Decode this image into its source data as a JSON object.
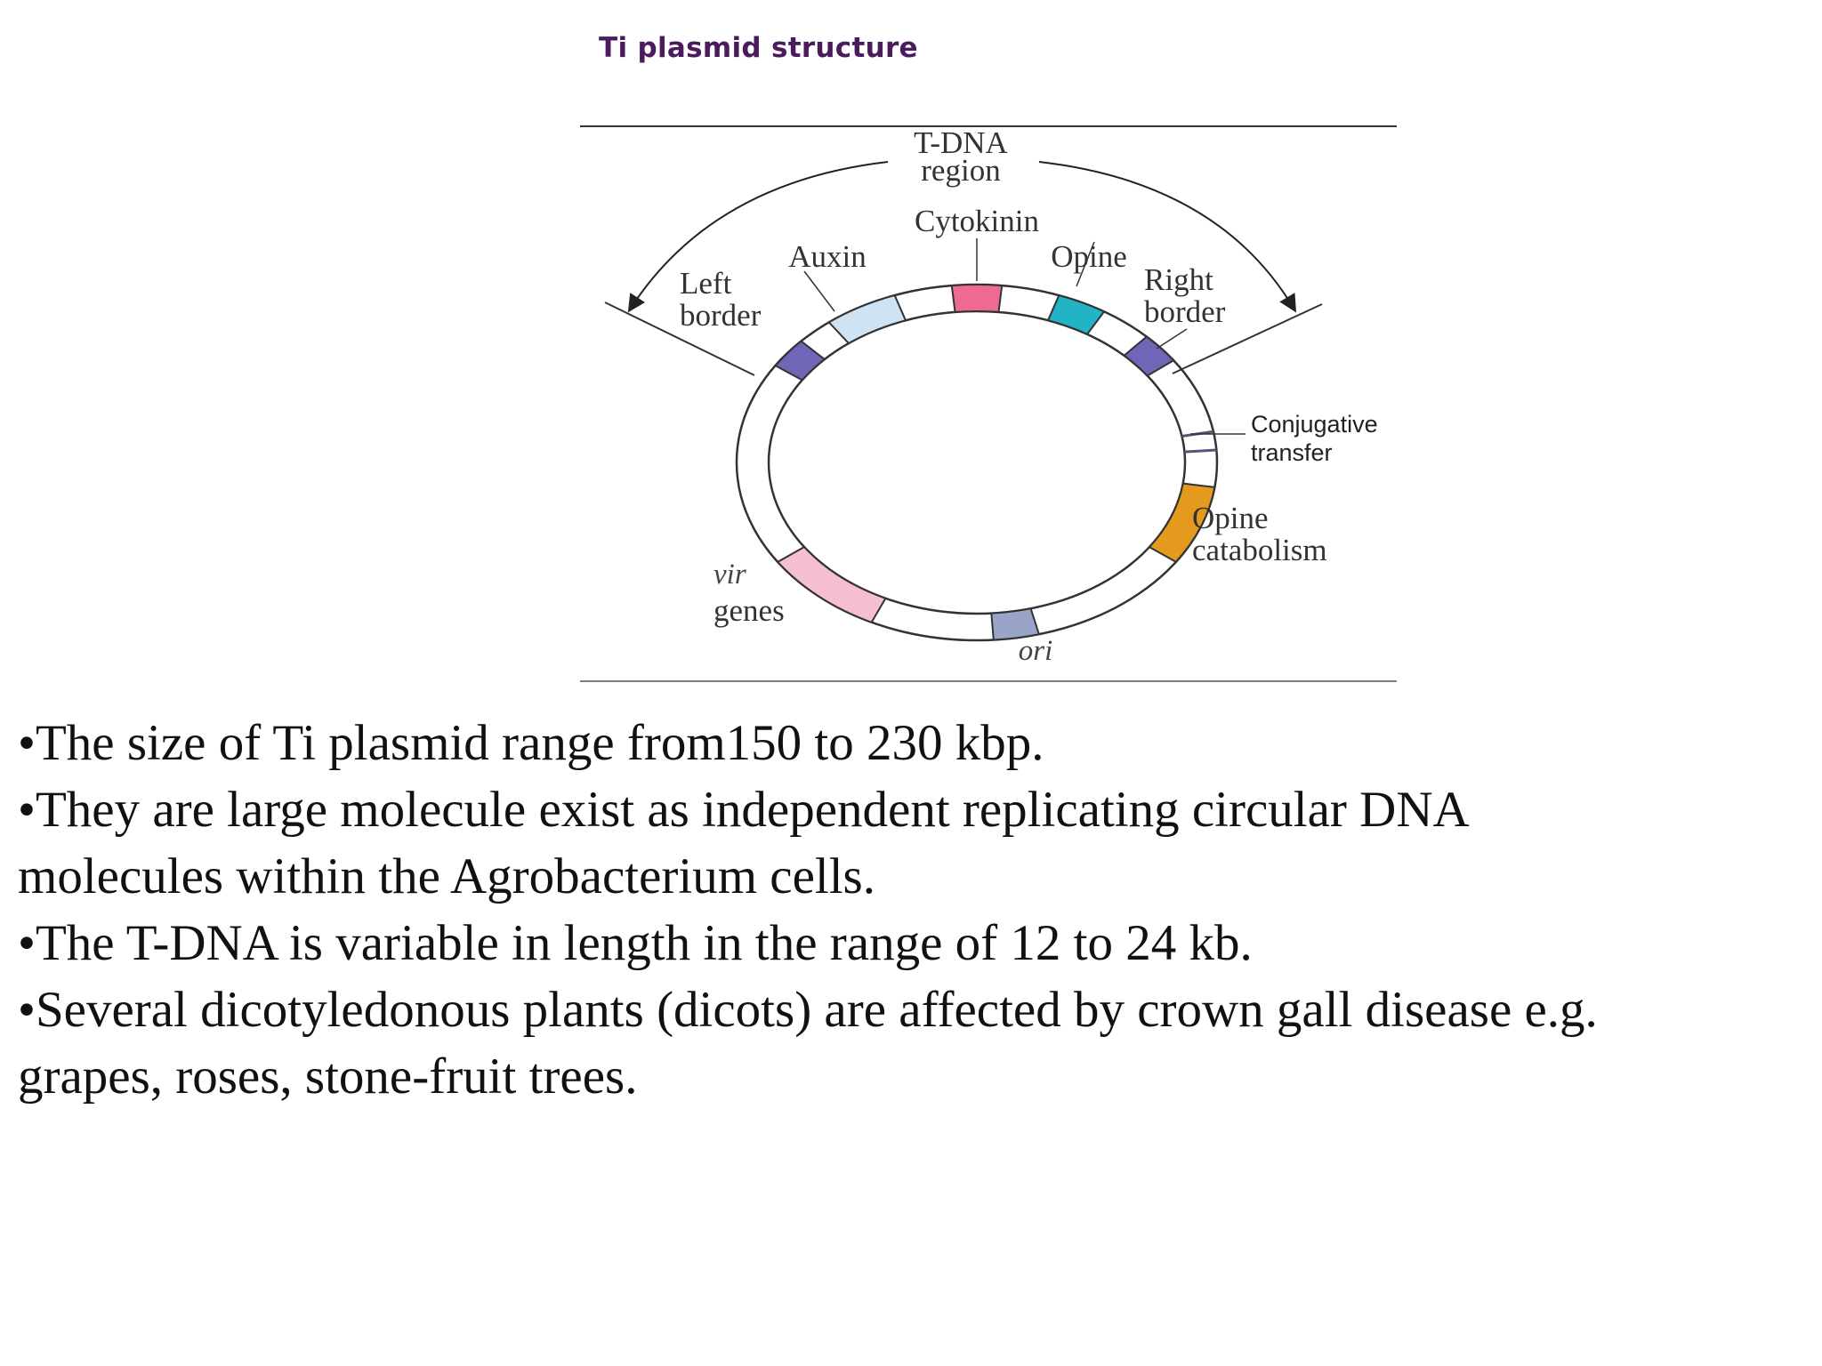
{
  "figure": {
    "title": "Ti plasmid structure",
    "labels": {
      "tdna_line1": "T-DNA",
      "tdna_line2": "region",
      "cytokinin": "Cytokinin",
      "auxin": "Auxin",
      "opine": "Opine",
      "left_border_line1": "Left",
      "left_border_line2": "border",
      "right_border_line1": "Right",
      "right_border_line2": "border",
      "conjugative_line1": "Conjugative",
      "conjugative_line2": "transfer",
      "opine_catabolism_line1": "Opine",
      "opine_catabolism_line2": "catabolism",
      "vir_line1": "vir",
      "vir_line2": "genes",
      "ori": "ori"
    },
    "segment_colors": {
      "left_border": "#6f66b8",
      "auxin": "#cfe3f2",
      "cytokinin": "#ee6a92",
      "opine": "#22b4c4",
      "right_border": "#6f66b8",
      "opine_catabolism": "#e39a1e",
      "ori": "#9aa4c8",
      "vir_genes": "#f6bfd0"
    }
  },
  "bullets": [
    "•The size of Ti plasmid range from150 to 230 kbp.",
    "•They are large molecule exist as independent replicating circular DNA",
    "molecules within the Agrobacterium cells.",
    "•The T-DNA is variable in length in the range of 12 to 24 kb.",
    "•Several dicotyledonous plants (dicots) are affected by crown gall disease e.g.",
    "grapes, roses, stone-fruit trees."
  ]
}
